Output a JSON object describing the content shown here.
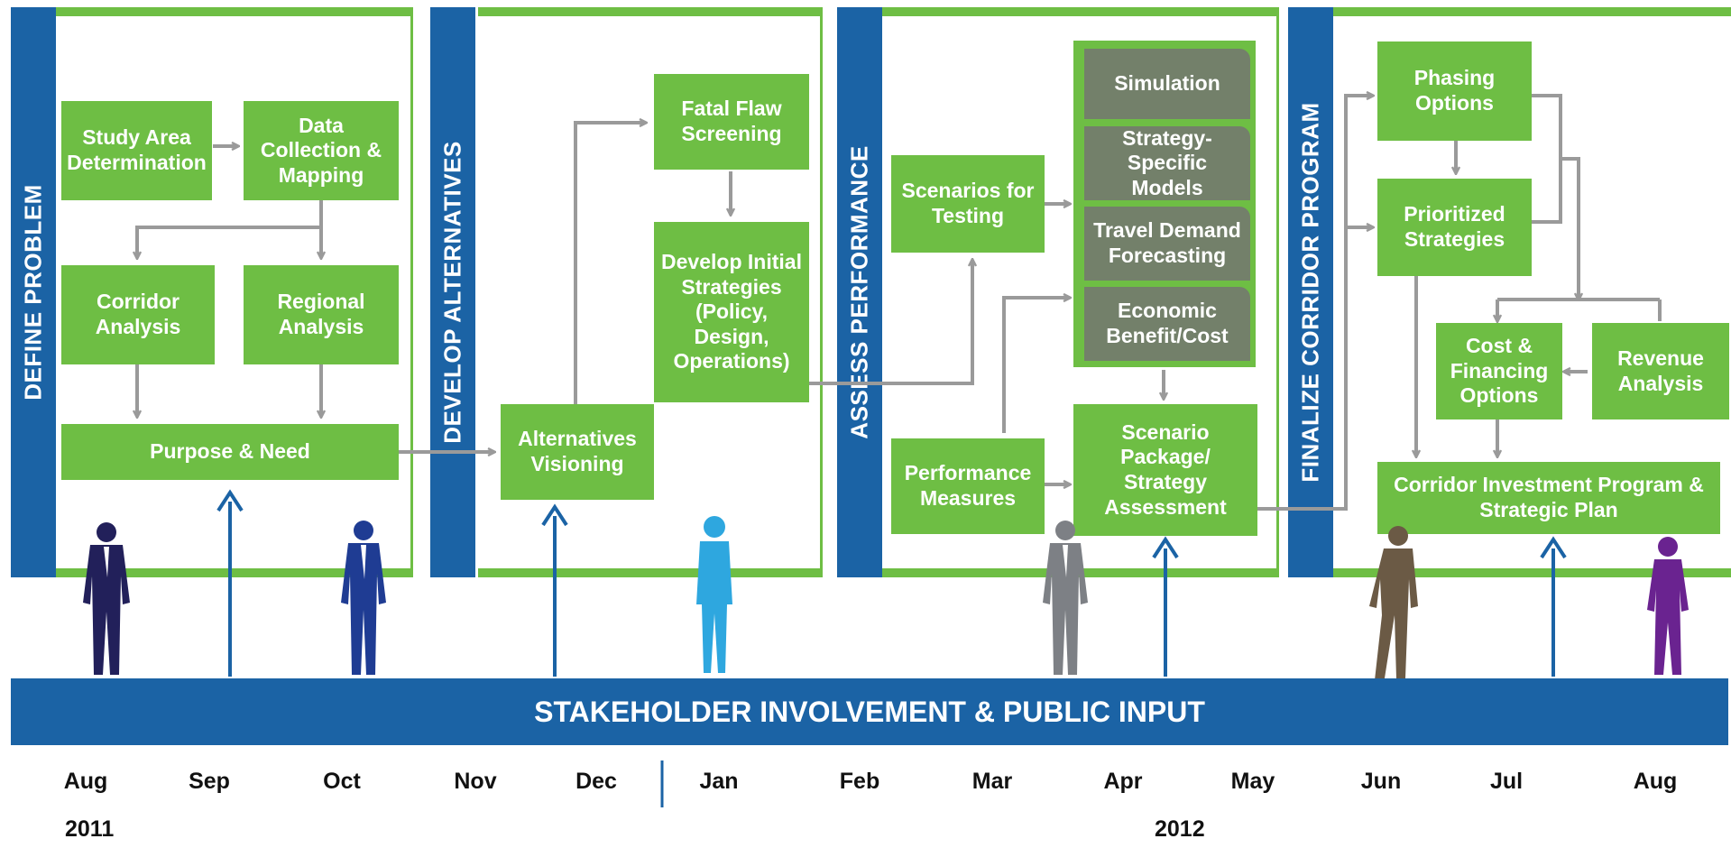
{
  "phases": {
    "define": "DEFINE PROBLEM",
    "develop": "DEVELOP ALTERNATIVES",
    "assess": "ASSESS PERFORMANCE",
    "finalize": "FINALIZE CORRIDOR PROGRAM"
  },
  "boxes": {
    "study_area": "Study Area Determination",
    "data_collection": "Data Collection & Mapping",
    "corridor_analysis": "Corridor Analysis",
    "regional_analysis": "Regional Analysis",
    "purpose_need": "Purpose & Need",
    "alternatives_visioning": "Alternatives Visioning",
    "fatal_flaw": "Fatal Flaw Screening",
    "develop_initial": "Develop Initial Strategies (Policy, Design, Operations)",
    "scenarios_testing": "Scenarios for Testing",
    "performance_measures": "Performance Measures",
    "simulation": "Simulation",
    "strategy_models": "Strategy-Specific Models",
    "travel_demand": "Travel Demand Forecasting",
    "economic": "Economic Benefit/Cost",
    "scenario_package": "Scenario Package/ Strategy Assessment",
    "phasing": "Phasing Options",
    "prioritized": "Prioritized Strategies",
    "cost_financing": "Cost & Financing Options",
    "revenue": "Revenue Analysis",
    "corridor_investment": "Corridor Investment Program & Strategic Plan"
  },
  "stakeholder_label": "STAKEHOLDER INVOLVEMENT & PUBLIC INPUT",
  "timeline": {
    "months": [
      "Aug",
      "Sep",
      "Oct",
      "Nov",
      "Dec",
      "Jan",
      "Feb",
      "Mar",
      "Apr",
      "May",
      "Jun",
      "Jul",
      "Aug"
    ],
    "year_2011": "2011",
    "year_2012": "2012"
  },
  "colors": {
    "green": "#6ebe44",
    "blue": "#1b63a5",
    "dark_box": "#73806a",
    "arrow_gray": "#9a9a9a",
    "people": [
      "#22205a",
      "#1f3c93",
      "#2ea7df",
      "#7d8085",
      "#6b5a45",
      "#6a2390"
    ]
  }
}
